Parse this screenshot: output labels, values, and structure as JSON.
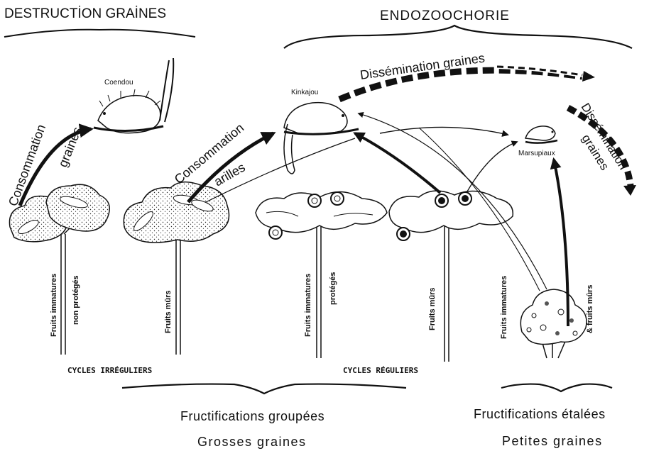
{
  "headings": {
    "destruction": "DESTRUCTİON GRAİNES",
    "endozoochorie": "ENDOZOOCHORIE"
  },
  "animals": {
    "coendou": "Coendou",
    "kinkajou": "Kinkajou",
    "marsupiaux": "Marsupiaux"
  },
  "arrow_labels": {
    "consommation_1": "Consommation",
    "graines_1": "graines",
    "consommation_2": "Consommation",
    "arilles": "arilles",
    "dissemination_1": "Dissémination graines",
    "dissemination_2": "Dissémination",
    "graines_2": "graines"
  },
  "tree_labels": {
    "fruits_immatures_1": "Fruits immatures",
    "non_proteges": "non protégés",
    "fruits_murs_1": "Fruits mûrs",
    "fruits_immatures_2": "Fruits immatures",
    "proteges": "protégés",
    "fruits_murs_2": "Fruits mûrs",
    "fruits_immatures_3": "Fruits immatures",
    "fruits_murs_3": "& fruits mûrs"
  },
  "cycles": {
    "irreguliers": "CYCLES IRRÉGULIERS",
    "reguliers": "CYCLES RÉGULIERS"
  },
  "captions": {
    "fructifications_groupees": "Fructifications groupées",
    "grosses_graines": "Grosses graines",
    "fructifications_etalees": "Fructifications étalées",
    "petites_graines": "Petites graines"
  }
}
